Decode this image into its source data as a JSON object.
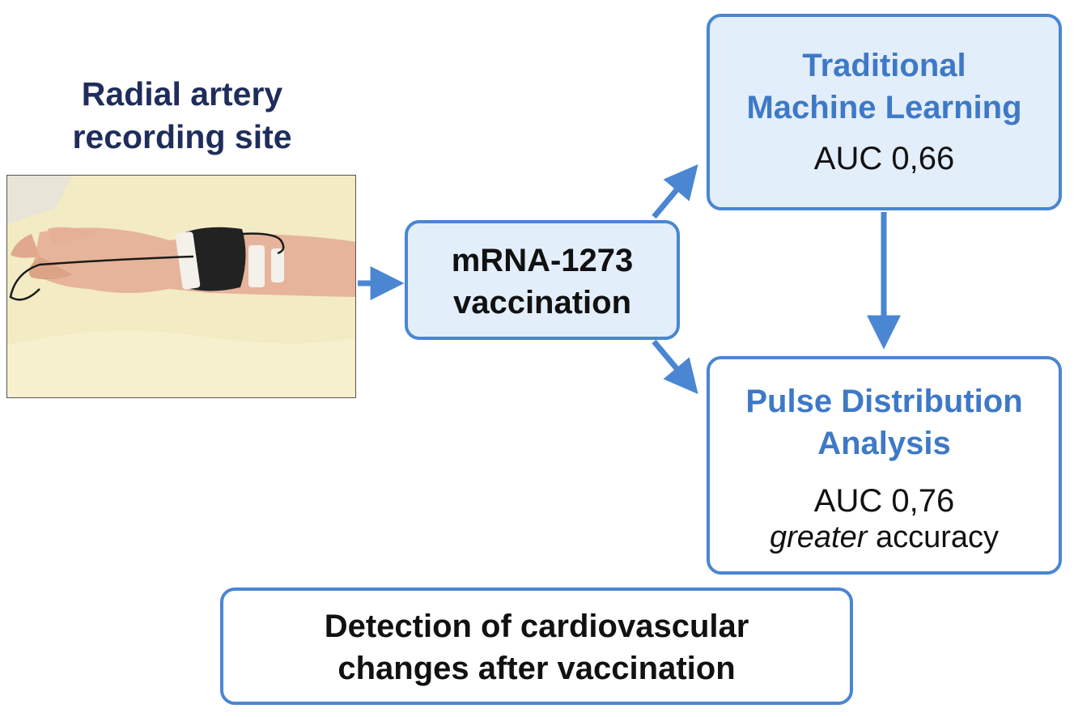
{
  "site_title": {
    "line1": "Radial artery",
    "line2": "recording site"
  },
  "photo": {
    "subject": "forearm with radial artery sensor taped at wrist"
  },
  "vaccination": {
    "line1": "mRNA-1273",
    "line2": "vaccination"
  },
  "traditional_ml": {
    "line1": "Traditional",
    "line2": "Machine Learning",
    "auc": "AUC 0,66"
  },
  "pulse_distribution": {
    "line1": "Pulse Distribution",
    "line2": "Analysis",
    "auc": "AUC 0,76",
    "note_emphasis": "greater",
    "note_rest": " accuracy"
  },
  "detection": {
    "line1": "Detection of cardiovascular",
    "line2": "changes after vaccination"
  },
  "colors": {
    "accent": "#4a86d2",
    "box_fill": "#e3eefb",
    "heading_blue": "#3e79c7",
    "title_navy": "#1f2d5c"
  }
}
